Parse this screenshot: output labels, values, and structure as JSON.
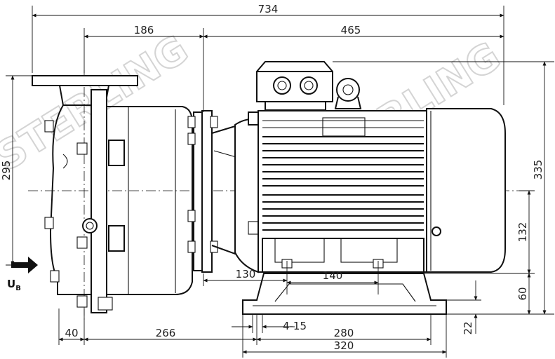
{
  "dimensions": {
    "overall_length": "734",
    "pump_length": "186",
    "motor_length": "465",
    "total_height": "295",
    "motor_height": "335",
    "shaft_height": "132",
    "foot_height": "60",
    "base_thickness": "22",
    "foot_offset": "130",
    "hole_spacing": "140",
    "hole_size": "4-15",
    "suction_offset": "40",
    "inlet_to_foot": "266",
    "foot_span": "280",
    "base_width": "320"
  },
  "labels": {
    "inlet_symbol_main": "U",
    "inlet_symbol_sub": "B"
  },
  "watermark": {
    "text_left": "STERLING",
    "text_right": "STERLING"
  },
  "icons": {
    "inlet_arrow": "arrow-right-icon"
  }
}
